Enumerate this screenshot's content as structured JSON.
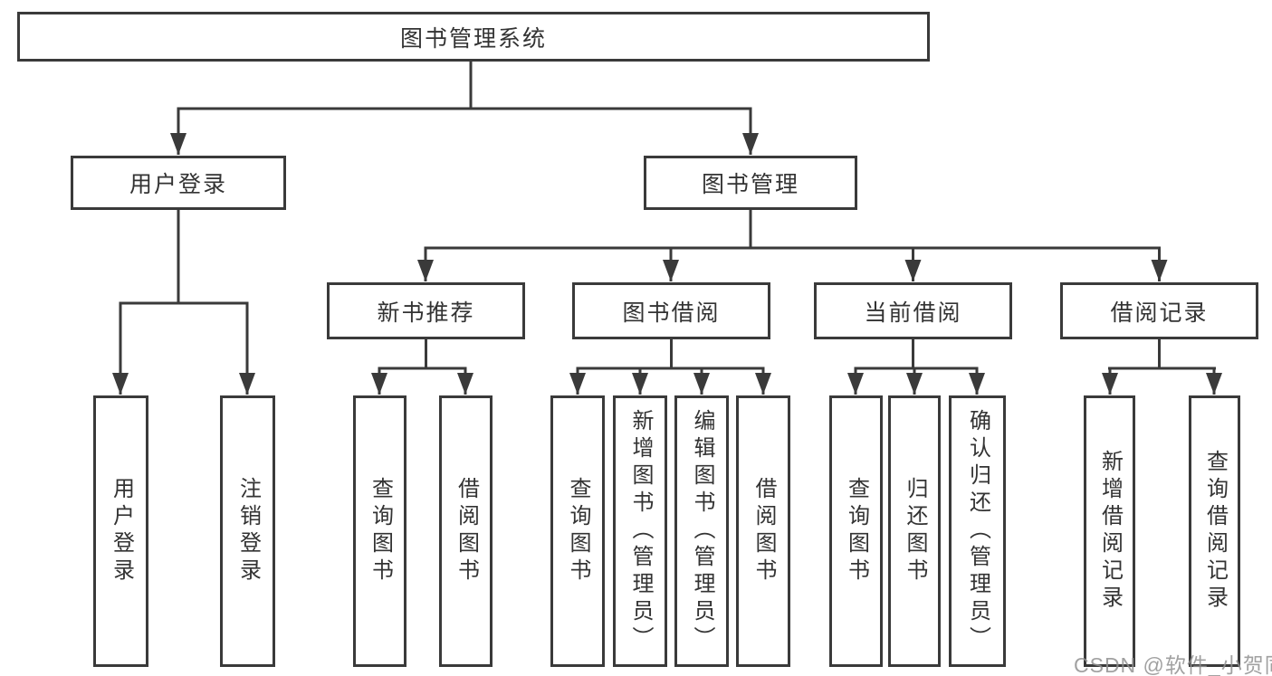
{
  "diagram": {
    "root": "图书管理系统",
    "level2": [
      {
        "label": "用户登录",
        "children": [
          "用户登录",
          "注销登录"
        ]
      },
      {
        "label": "图书管理",
        "groups": [
          {
            "label": "新书推荐",
            "children": [
              "查询图书",
              "借阅图书"
            ]
          },
          {
            "label": "图书借阅",
            "children": [
              "查询图书",
              "新增图书（管理员）",
              "编辑图书（管理员）",
              "借阅图书"
            ]
          },
          {
            "label": "当前借阅",
            "children": [
              "查询图书",
              "归还图书",
              "确认归还（管理员）"
            ]
          },
          {
            "label": "借阅记录",
            "children": [
              "新增借阅记录",
              "查询借阅记录"
            ]
          }
        ]
      }
    ],
    "watermark": "CSDN @软件_小贺同学"
  },
  "colors": {
    "line": "#3a3a3a",
    "box_border": "#3a3a3a",
    "text": "#333333",
    "watermark": "#919191",
    "background": "#ffffff"
  }
}
